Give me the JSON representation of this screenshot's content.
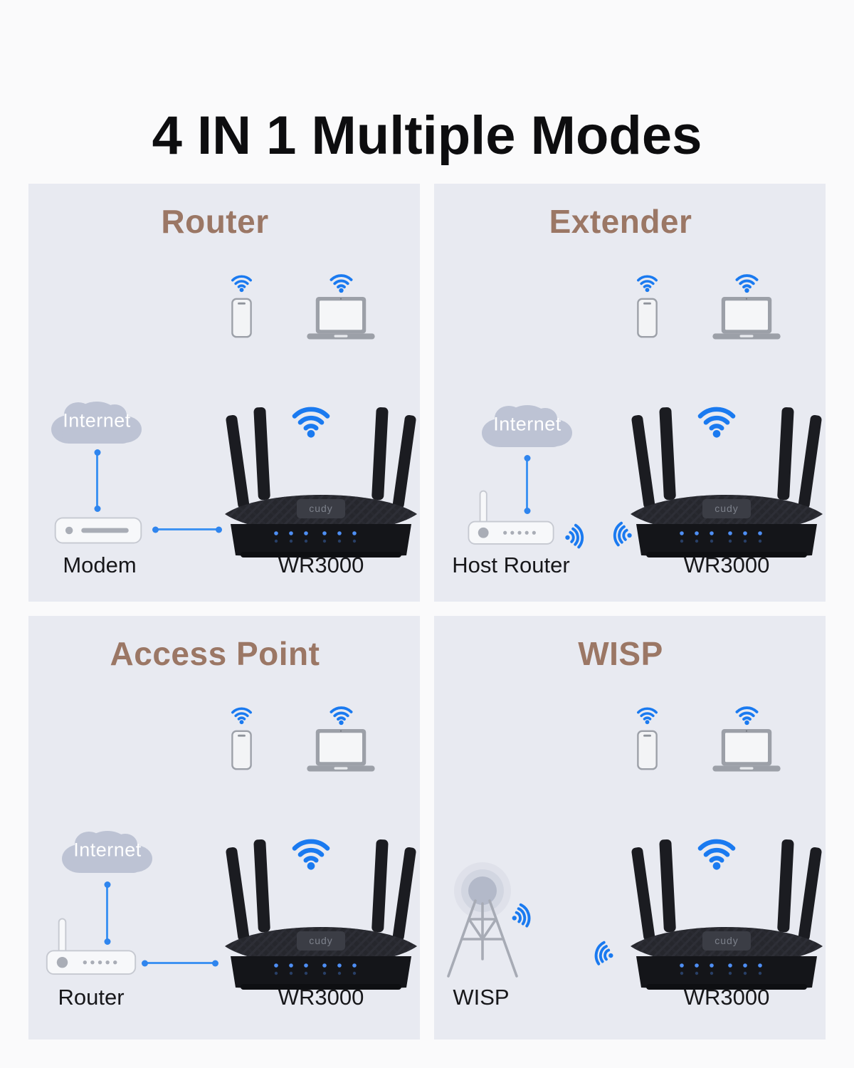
{
  "page": {
    "title": "4 IN 1 Multiple Modes",
    "background": "#FAFAFB"
  },
  "colors": {
    "wifi_blue": "#1A7AF0",
    "connector_blue": "#3F93F2",
    "heading_brown": "#9B7765",
    "panel_background": "#E8EAF1",
    "cloud_gray": "#BDC3D4",
    "label_text": "#17171A"
  },
  "product_logo": "cudy",
  "panels": [
    {
      "id": "router",
      "heading": "Router",
      "cloud_label": "Internet",
      "source_label": "Modem",
      "product_label": "WR3000"
    },
    {
      "id": "extender",
      "heading": "Extender",
      "cloud_label": "Internet",
      "source_label": "Host Router",
      "product_label": "WR3000"
    },
    {
      "id": "access-point",
      "heading": "Access Point",
      "cloud_label": "Internet",
      "source_label": "Router",
      "product_label": "WR3000"
    },
    {
      "id": "wisp",
      "heading": "WISP",
      "source_label": "WISP",
      "product_label": "WR3000"
    }
  ]
}
